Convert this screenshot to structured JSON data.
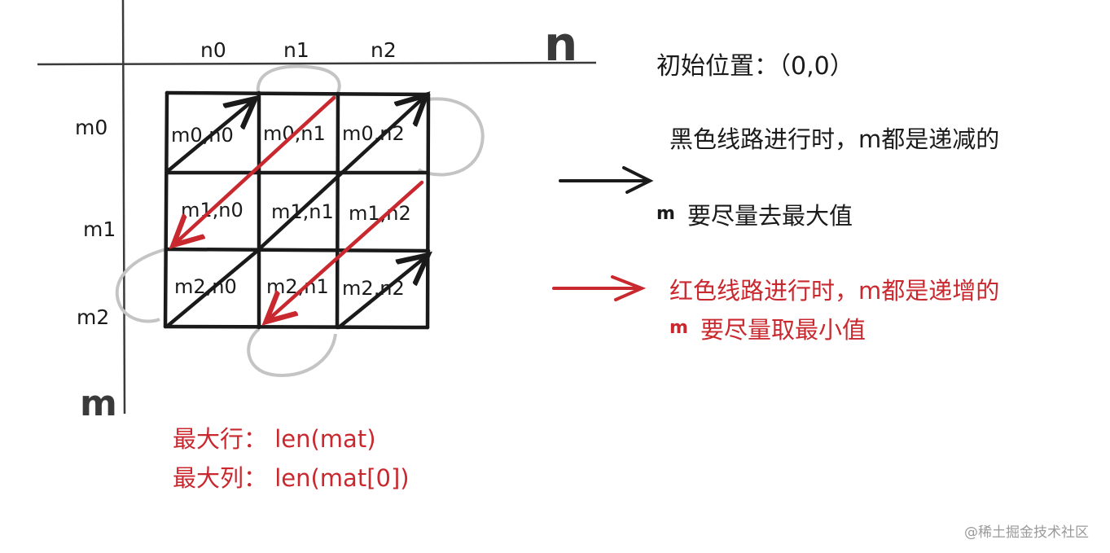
{
  "axes": {
    "n_label": "n",
    "m_label": "m",
    "col_labels": [
      "n0",
      "n1",
      "n2"
    ],
    "row_labels": [
      "m0",
      "m1",
      "m2"
    ]
  },
  "cells": [
    [
      "m0,n0",
      "m0,n1",
      "m0,n2"
    ],
    [
      "m1,n0",
      "m1,n1",
      "m1,n2"
    ],
    [
      "m2,n0",
      "m2,n1",
      "m2,n2"
    ]
  ],
  "notes": {
    "initial_position": "初始位置：（0,0）",
    "black_route": "黑色线路进行时，m都是递减的",
    "black_m": "m",
    "black_rule": "要尽量去最大值",
    "red_route": "红色线路进行时，m都是递增的",
    "red_m": "m",
    "red_rule": "要尽量取最小值",
    "max_row": "最大行：  len(mat)",
    "max_col": "最大列：  len(mat[0])"
  },
  "watermark": "@稀土掘金技术社区",
  "colors": {
    "black": "#1a1a1a",
    "red": "#c8282e",
    "gray": "#c4c4c4",
    "axis": "#3a3a3a"
  }
}
